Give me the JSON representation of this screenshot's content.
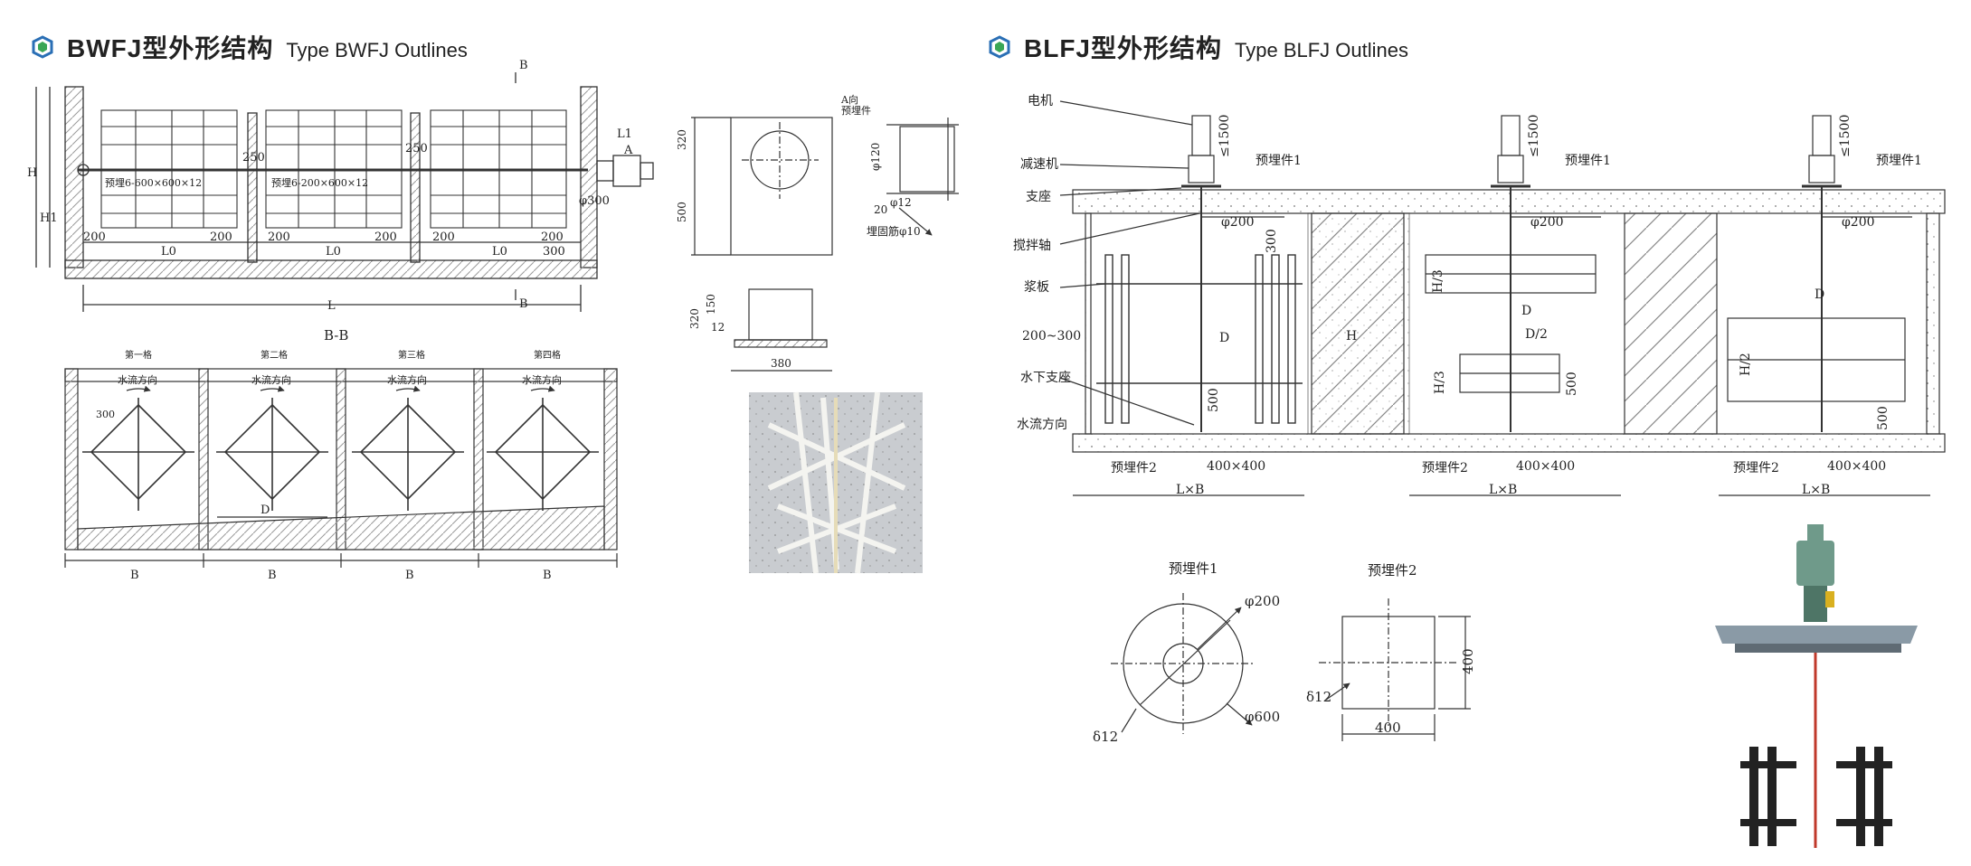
{
  "left": {
    "title_zh": "BWFJ型外形结构",
    "title_en": "Type BWFJ Outlines",
    "elevation": {
      "section_mark": "B",
      "dim_h": "H",
      "dim_h1": "H1",
      "dim_250a": "250",
      "dim_250b": "250",
      "dim_l1": "L1",
      "dim_a": "A",
      "dim_phi300": "φ300",
      "embed_a": "预埋6-600×600×12",
      "embed_b": "预埋6-200×600×12",
      "dims_bottom": [
        "200",
        "200",
        "L0",
        "200",
        "200",
        "L0",
        "200",
        "200",
        "L0",
        "300"
      ],
      "dim_l": "L"
    },
    "section": {
      "title": "B-B",
      "cells": [
        "第一格",
        "第二格",
        "第三格",
        "第四格"
      ],
      "flow": "水流方向",
      "dim_300": "300",
      "dim_d": "D",
      "dim_b": "B"
    },
    "detail": {
      "view_a": "A向",
      "embed": "预埋件",
      "dims_left": [
        "320",
        "500"
      ],
      "phi120": "φ120",
      "dim_20": "20",
      "phi12": "φ12",
      "bolt": "埋固筋φ10",
      "dim_320": "320",
      "dim_150": "150",
      "dim_12": "12",
      "dim_380": "380"
    }
  },
  "right": {
    "title_zh": "BLFJ型外形结构",
    "title_en": "Type BLFJ Outlines",
    "labels": [
      "电机",
      "减速机",
      "支座",
      "搅拌轴",
      "浆板",
      "200~300",
      "水下支座",
      "水流方向"
    ],
    "embed1": "预埋件1",
    "embed2": "预埋件2",
    "phi200": "φ200",
    "le1500": "≤1500",
    "dim_d": "D",
    "dim_d2": "D/2",
    "dim_500": "500",
    "dim_400x400": "400×400",
    "dim_lxb": "L×B",
    "dim_h3": "H/3",
    "dim_h2": "H/2",
    "dim_h": "H",
    "dim_300": "300",
    "detail1": {
      "title": "预埋件1",
      "phi200": "φ200",
      "phi600": "φ600",
      "delta": "δ12"
    },
    "detail2": {
      "title": "预埋件2",
      "delta": "δ12",
      "dim_400v": "400",
      "dim_400h": "400"
    }
  },
  "colors": {
    "logo_blue": "#2a6fb5",
    "logo_green": "#3aa655",
    "line": "#333333",
    "hatch": "#9a9a9a",
    "photo_bg": "#c9ccd0",
    "shaft_red": "#c0392b",
    "mixer_green": "#6f9a8a"
  },
  "icons": [
    "company-logo-icon"
  ]
}
